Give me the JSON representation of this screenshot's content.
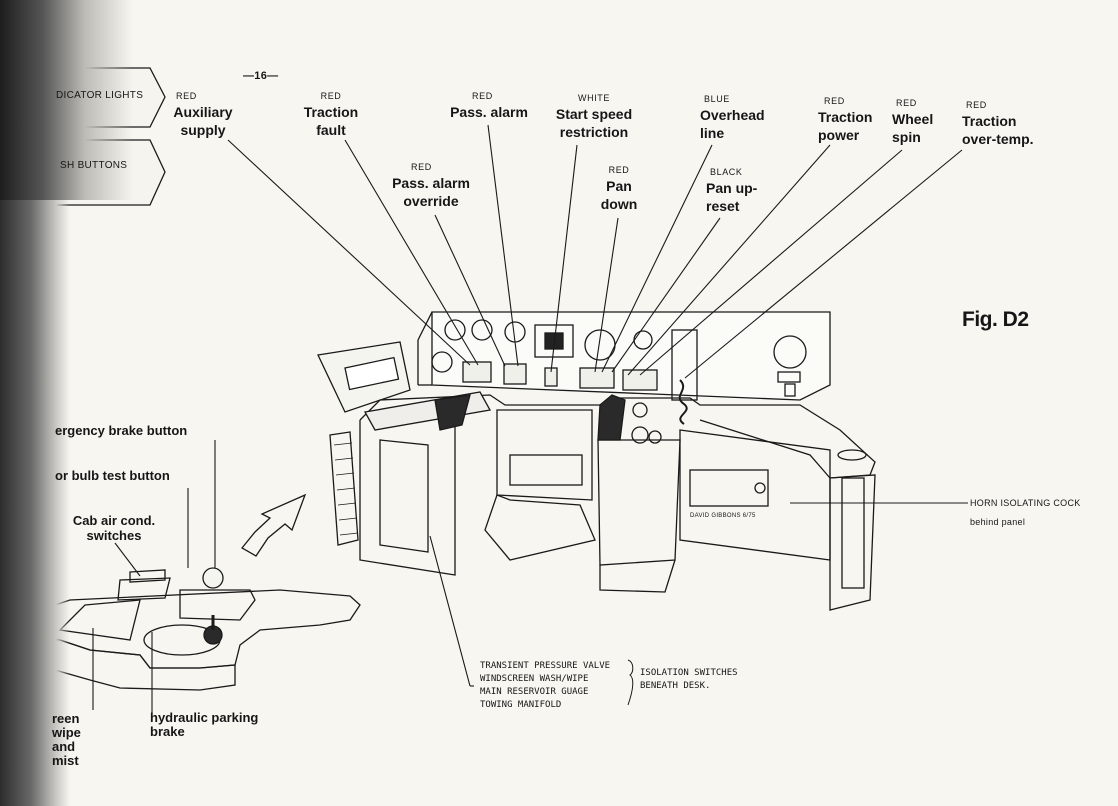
{
  "page_number": "—16—",
  "figure_label": "Fig. D2",
  "tabs": [
    {
      "label": "DICATOR LIGHTS"
    },
    {
      "label": "SH BUTTONS"
    }
  ],
  "indicator_labels": [
    {
      "color": "RED",
      "name": "Auxiliary supply"
    },
    {
      "color": "RED",
      "name": "Traction fault"
    },
    {
      "color": "RED",
      "name": "Pass. alarm override"
    },
    {
      "color": "RED",
      "name": "Pass. alarm"
    },
    {
      "color": "WHITE",
      "name": "Start speed restriction"
    },
    {
      "color": "RED",
      "name": "Pan down"
    },
    {
      "color": "BLUE",
      "name": "Overhead line"
    },
    {
      "color": "BLACK",
      "name": "Pan up-reset"
    },
    {
      "color": "RED",
      "name": "Traction power"
    },
    {
      "color": "RED",
      "name": "Wheel spin"
    },
    {
      "color": "RED",
      "name": "Traction over-temp."
    }
  ],
  "desk_labels": {
    "emergency_brake": "ergency brake button",
    "bulb_test": "or bulb test button",
    "cab_air": "Cab air cond. switches",
    "screen_wipe": "reen wipe and mist",
    "hydraulic": "hydraulic parking brake"
  },
  "horn": {
    "title": "HORN ISOLATING COCK",
    "sub": "behind panel"
  },
  "isolation": {
    "items": [
      "TRANSIENT PRESSURE VALVE",
      "WINDSCREEN WASH/WIPE",
      "MAIN RESERVOIR GUAGE",
      "TOWING MANIFOLD"
    ],
    "note": "ISOLATION SWITCHES BENEATH DESK."
  },
  "artist_signature": "DAVID GIBBONS 6/75"
}
